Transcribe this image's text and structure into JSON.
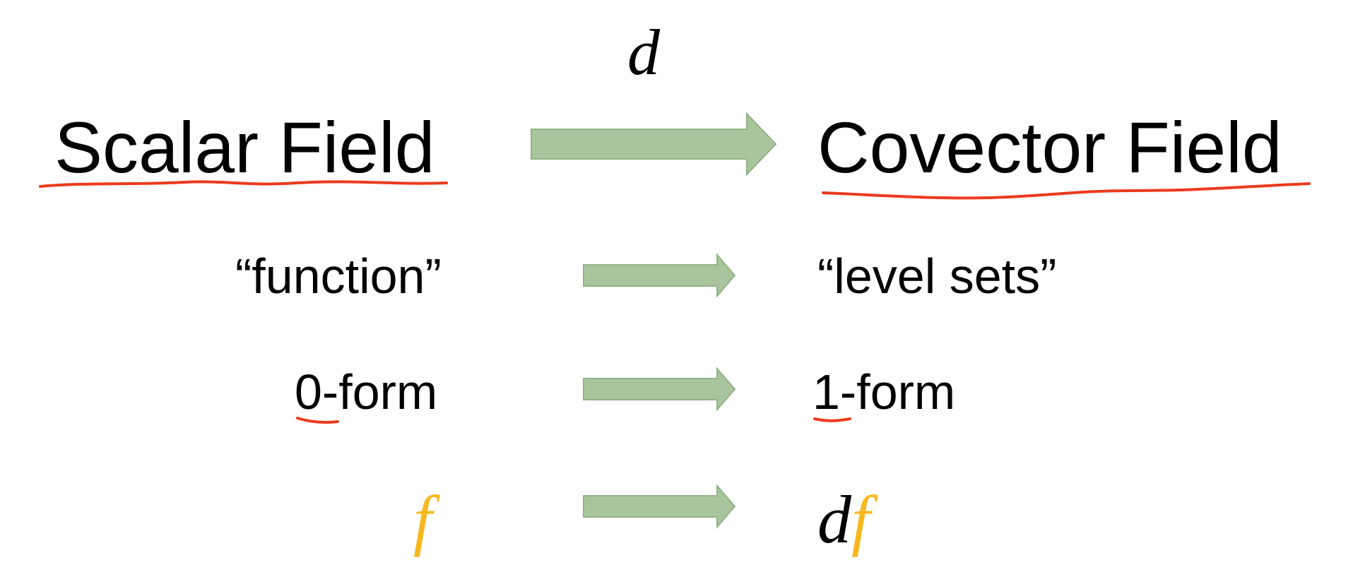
{
  "operator": "d",
  "left_column": {
    "title": "Scalar Field",
    "rows": [
      "“function”",
      "0-form",
      "f"
    ]
  },
  "right_column": {
    "title": "Covector Field",
    "rows": [
      "“level sets”",
      "1-form"
    ],
    "df_d": "d",
    "df_f": "f"
  },
  "colors": {
    "arrow": "#a9c59d",
    "underline": "#ec3a1d",
    "highlight_f": "#f7b81f"
  }
}
